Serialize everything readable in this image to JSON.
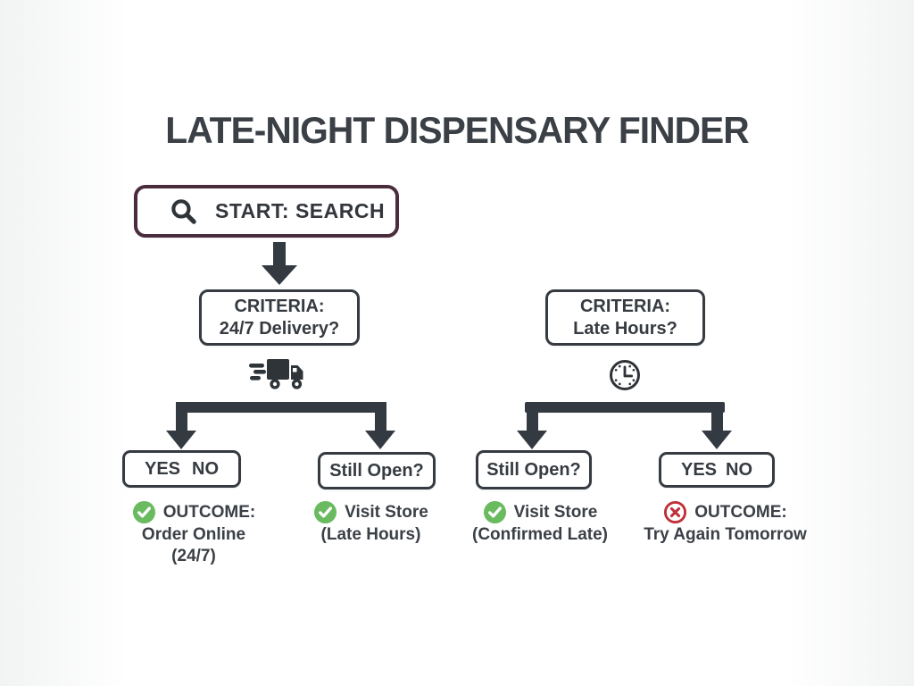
{
  "title": "LATE-NIGHT DISPENSARY FINDER",
  "colors": {
    "ink": "#363b41",
    "arrow": "#333a41",
    "start-border": "#4b2c3d",
    "green": "#6abb60",
    "red": "#c03039",
    "text": "#3b4046",
    "bg": "#ffffff"
  },
  "start": {
    "label": "START: SEARCH",
    "icon": "magnifier-icon"
  },
  "left_branch": {
    "criteria_line1": "CRITERIA:",
    "criteria_line2": "24/7 Delivery?",
    "icon": "delivery-truck-icon",
    "yes_no": {
      "yes": "YES",
      "no": "NO"
    },
    "question": "Still Open?",
    "outcome_yes": {
      "icon": "check-circle-icon",
      "line1": "OUTCOME:",
      "line2": "Order Online",
      "line3": "(24/7)"
    },
    "outcome_no": {
      "icon": "check-circle-icon",
      "line1": "Visit Store",
      "line2": "(Late Hours)"
    }
  },
  "right_branch": {
    "criteria_line1": "CRITERIA:",
    "criteria_line2": "Late Hours?",
    "icon": "clock-icon",
    "question": "Still Open?",
    "yes_no": {
      "yes": "YES",
      "no": "NO"
    },
    "outcome_yes": {
      "icon": "check-circle-icon",
      "line1": "Visit Store",
      "line2": "(Confirmed Late)"
    },
    "outcome_no": {
      "icon": "x-circle-icon",
      "line1": "OUTCOME:",
      "line2": "Try Again Tomorrow"
    }
  }
}
